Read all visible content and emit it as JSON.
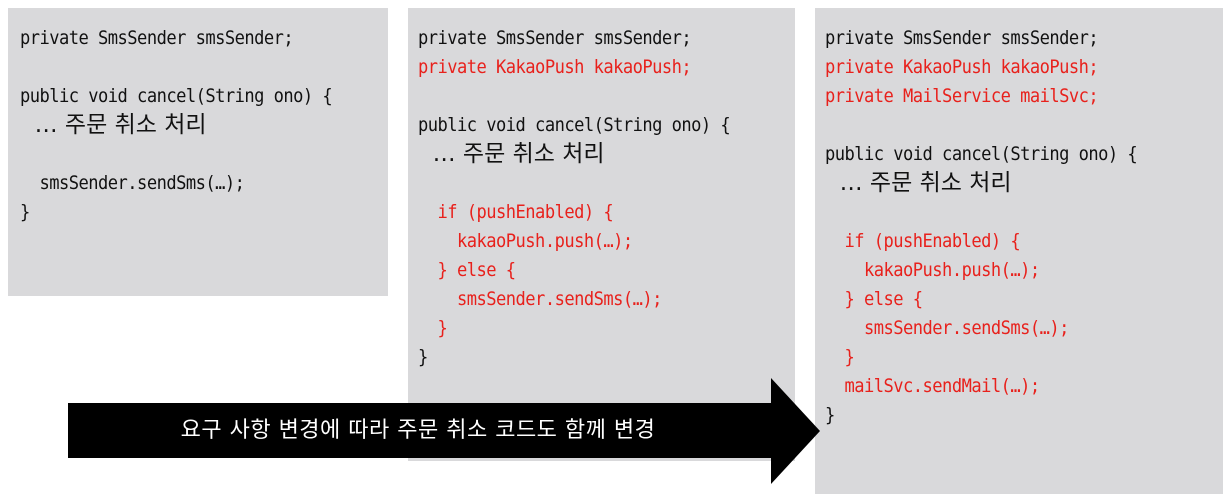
{
  "panels": [
    {
      "id": "before",
      "lines": [
        {
          "text": "private SmsSender smsSender;",
          "highlight": false
        },
        {
          "text": "",
          "highlight": false
        },
        {
          "text": "public void cancel(String ono) {",
          "highlight": false
        },
        {
          "text": "  … 주문 취소 처리",
          "highlight": false,
          "korean": true
        },
        {
          "text": "",
          "highlight": false
        },
        {
          "text": "  smsSender.sendSms(…);",
          "highlight": false
        },
        {
          "text": "}",
          "highlight": false
        }
      ]
    },
    {
      "id": "push-added",
      "lines": [
        {
          "text": "private SmsSender smsSender;",
          "highlight": false
        },
        {
          "text": "private KakaoPush kakaoPush;",
          "highlight": true
        },
        {
          "text": "",
          "highlight": false
        },
        {
          "text": "public void cancel(String ono) {",
          "highlight": false
        },
        {
          "text": "  … 주문 취소 처리",
          "highlight": false,
          "korean": true
        },
        {
          "text": "",
          "highlight": false
        },
        {
          "text": "  if (pushEnabled) {",
          "highlight": true
        },
        {
          "text": "    kakaoPush.push(…);",
          "highlight": true
        },
        {
          "text": "  } else {",
          "highlight": true
        },
        {
          "text": "    smsSender.sendSms(…);",
          "highlight": true
        },
        {
          "text": "  }",
          "highlight": true
        },
        {
          "text": "}",
          "highlight": false
        }
      ]
    },
    {
      "id": "mail-added",
      "lines": [
        {
          "text": "private SmsSender smsSender;",
          "highlight": false
        },
        {
          "text": "private KakaoPush kakaoPush;",
          "highlight": true
        },
        {
          "text": "private MailService mailSvc;",
          "highlight": true
        },
        {
          "text": "",
          "highlight": false
        },
        {
          "text": "public void cancel(String ono) {",
          "highlight": false
        },
        {
          "text": "  … 주문 취소 처리",
          "highlight": false,
          "korean": true
        },
        {
          "text": "",
          "highlight": false
        },
        {
          "text": "  if (pushEnabled) {",
          "highlight": true
        },
        {
          "text": "    kakaoPush.push(…);",
          "highlight": true
        },
        {
          "text": "  } else {",
          "highlight": true
        },
        {
          "text": "    smsSender.sendSms(…);",
          "highlight": true
        },
        {
          "text": "  }",
          "highlight": true
        },
        {
          "text": "  mailSvc.sendMail(…);",
          "highlight": true
        },
        {
          "text": "}",
          "highlight": false
        }
      ]
    }
  ],
  "arrow": {
    "label": "요구 사항 변경에 따라 주문 취소 코드도 함께 변경"
  },
  "colors": {
    "panel_bg": "#d9d9db",
    "code_text": "#111111",
    "highlight_text": "#e8211c",
    "arrow_fill": "#000000",
    "arrow_text": "#ffffff"
  }
}
